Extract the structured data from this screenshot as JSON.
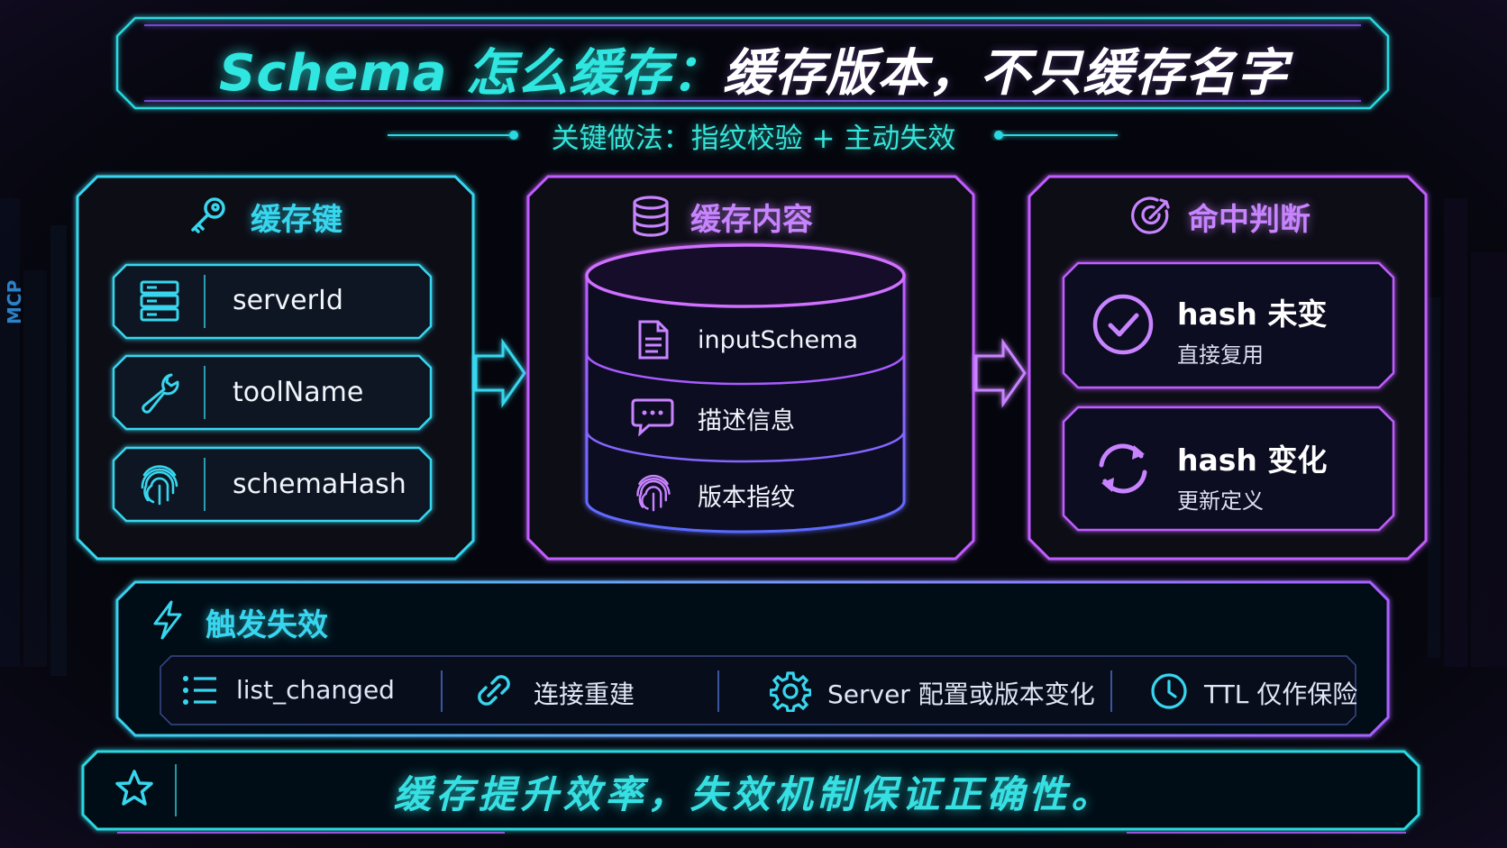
{
  "title": {
    "prefix": "Schema 怎么缓存：",
    "emphasis": "缓存版本，不只缓存名字"
  },
  "subtitle": "关键做法：指纹校验 + 主动失效",
  "cache_key": {
    "title": "缓存键",
    "icon": "key-icon",
    "items": [
      {
        "label": "serverId",
        "icon": "server-icon"
      },
      {
        "label": "toolName",
        "icon": "wrench-icon"
      },
      {
        "label": "schemaHash",
        "icon": "fingerprint-icon"
      }
    ]
  },
  "cache_content": {
    "title": "缓存内容",
    "icon": "database-icon",
    "items": [
      {
        "label": "inputSchema",
        "icon": "document-icon"
      },
      {
        "label": "描述信息",
        "icon": "chat-icon"
      },
      {
        "label": "版本指纹",
        "icon": "fingerprint-icon"
      }
    ]
  },
  "hit_decision": {
    "title": "命中判断",
    "icon": "target-icon",
    "cases": [
      {
        "main": "hash 未变",
        "sub": "直接复用",
        "icon": "check-circle-icon"
      },
      {
        "main": "hash 变化",
        "sub": "更新定义",
        "icon": "refresh-icon"
      }
    ]
  },
  "invalidation": {
    "title": "触发失效",
    "icon": "lightning-icon",
    "items": [
      {
        "label": "list_changed",
        "icon": "list-icon"
      },
      {
        "label": "连接重建",
        "icon": "link-icon"
      },
      {
        "label": "Server 配置或版本变化",
        "icon": "gear-icon"
      },
      {
        "label": "TTL 仅作保险",
        "icon": "clock-icon"
      }
    ]
  },
  "footer": {
    "text": "缓存提升效率，失效机制保证正确性。",
    "icon": "star-icon"
  },
  "side_label": "MCP",
  "colors": {
    "cyan": "#38d6ee",
    "purple": "#b05cff",
    "background": "#05060d",
    "accent_teal": "#2fe6e0"
  }
}
